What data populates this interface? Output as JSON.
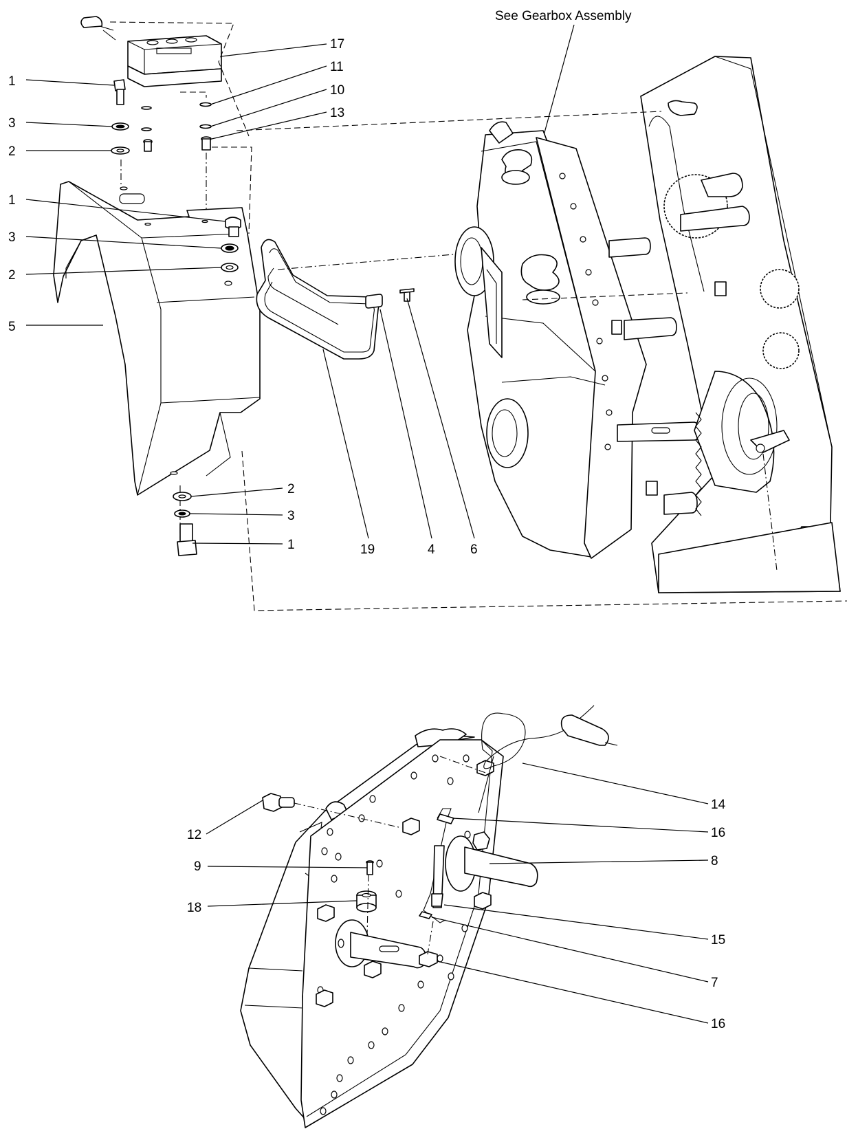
{
  "title": "See Gearbox Assembly",
  "callouts": {
    "c17": "17",
    "c11": "11",
    "c10": "10",
    "c13": "13",
    "c1a": "1",
    "c3a": "3",
    "c2a": "2",
    "c1b": "1",
    "c3b": "3",
    "c2b": "2",
    "c5": "5",
    "c2c": "2",
    "c3c": "3",
    "c1c": "1",
    "c19": "19",
    "c4": "4",
    "c6": "6",
    "c14": "14",
    "c16a": "16",
    "c8": "8",
    "c12": "12",
    "c9": "9",
    "c18": "18",
    "c15": "15",
    "c7": "7",
    "c16b": "16"
  }
}
